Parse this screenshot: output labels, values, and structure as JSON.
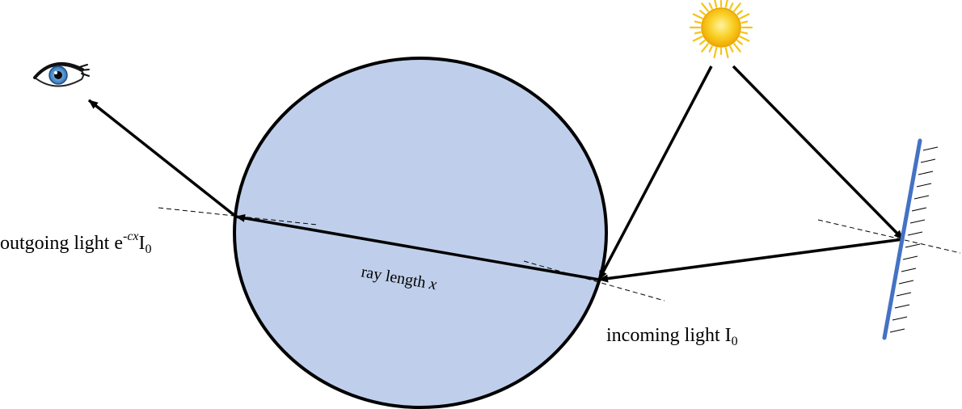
{
  "labels": {
    "outgoing_prefix": "outgoing light e",
    "outgoing_exponent": "-cx",
    "outgoing_suffix": "I",
    "outgoing_subscript": "0",
    "ray_prefix": "ray length ",
    "ray_variable": "x",
    "incoming_prefix": "incoming light I",
    "incoming_subscript": "0"
  },
  "icons": {
    "sun": "sun-icon",
    "eye": "eye-icon",
    "mirror": "mirror-icon"
  },
  "colors": {
    "sphere_fill": "#bfcfeb",
    "stroke": "#000000",
    "mirror": "#4472c4",
    "sun_core": "#f7c21a",
    "sun_rays": "#f5c416",
    "eye_iris": "#3b86c6"
  }
}
